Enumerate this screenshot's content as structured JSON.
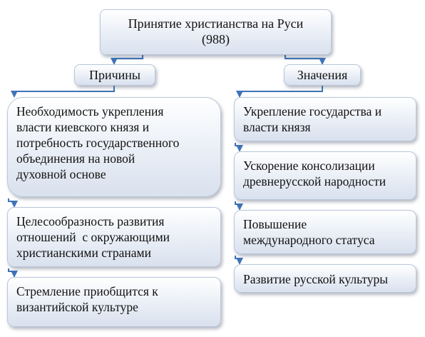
{
  "title": {
    "line1": "Принятие христианства на Руси",
    "line2": "(988)"
  },
  "branches": {
    "causes": {
      "label": "Причины",
      "items": [
        {
          "lines": [
            "Необходимость укрепления",
            "власти киевского князя и",
            "потребность государственного",
            "объединения на новой",
            "духовной основе"
          ]
        },
        {
          "lines": [
            "Целесообразность развития",
            "отношений  с окружающими",
            "христианскими странами"
          ]
        },
        {
          "lines": [
            "Стремление приобщится к",
            "византийской культуре"
          ]
        }
      ]
    },
    "meanings": {
      "label": "Значения",
      "items": [
        {
          "lines": [
            "Укрепление государства и",
            "власти князя"
          ]
        },
        {
          "lines": [
            "Ускорение консолизации",
            "древнерусской народности"
          ]
        },
        {
          "lines": [
            "Повышение",
            "международного статуса"
          ]
        },
        {
          "lines": [
            "Развитие русской культуры"
          ]
        }
      ]
    }
  },
  "colors": {
    "connector": "#3e73b8",
    "box_border": "#b9c7da",
    "box_fill": "#e9eef6"
  }
}
